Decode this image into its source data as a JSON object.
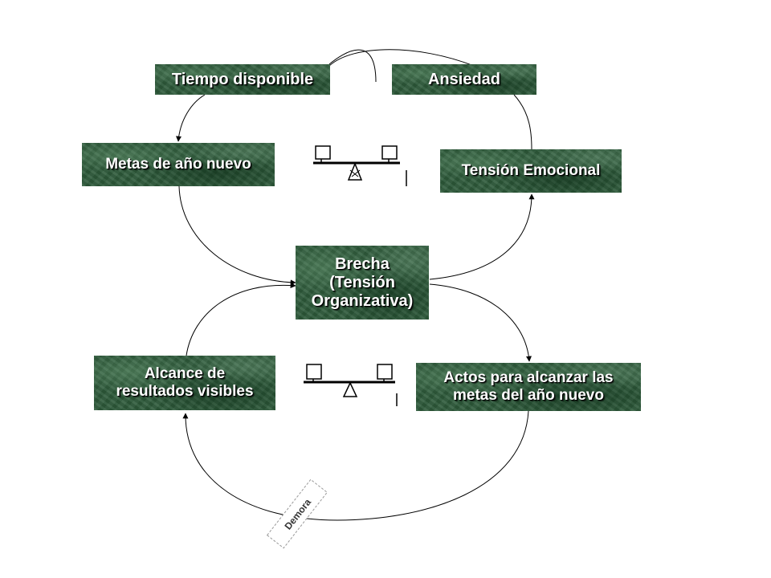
{
  "nodes": {
    "tiempo": "Tiempo disponible",
    "ansiedad": "Ansiedad",
    "metas": "Metas de año nuevo",
    "tension_emocional": "Tensión Emocional",
    "brecha": "Brecha\n(Tensión\nOrganizativa)",
    "alcance": "Alcance de\nresultados visibles",
    "actos": "Actos para alcanzar las\nmetas del año nuevo"
  },
  "delay_label": "Demora",
  "icons": [
    "balance-scale-icon",
    "balance-scale-icon"
  ],
  "colors": {
    "node_fill": "#2f5c3c",
    "node_text": "#ffffff",
    "line": "#000000"
  }
}
